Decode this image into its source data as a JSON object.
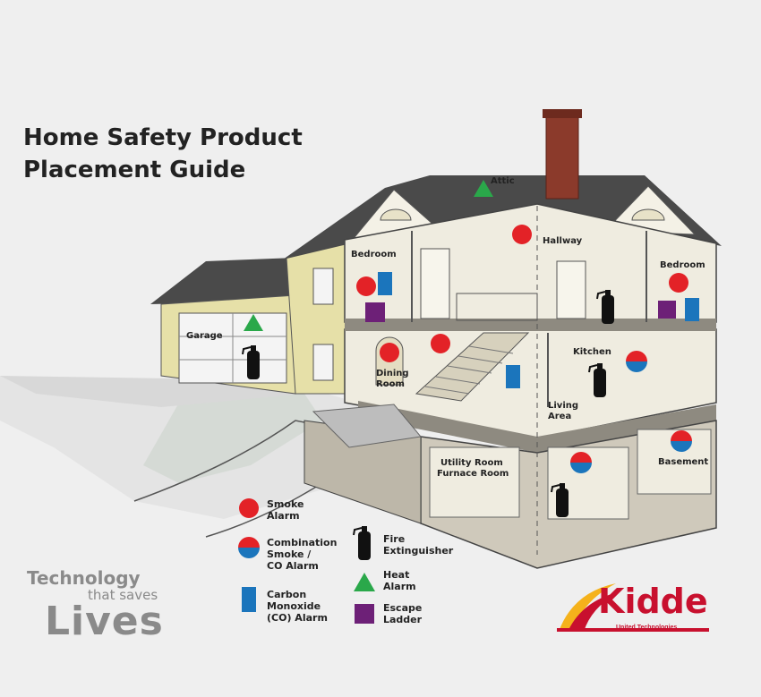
{
  "title_line1": "Home Safety Product",
  "title_line2": "Placement Guide",
  "rooms": {
    "attic": "Attic",
    "hallway": "Hallway",
    "bedroom_left": "Bedroom",
    "bedroom_right": "Bedroom",
    "garage": "Garage",
    "dining_line1": "Dining",
    "dining_line2": "Room",
    "kitchen": "Kitchen",
    "living_line1": "Living",
    "living_line2": "Area",
    "utility_line1": "Utility Room",
    "utility_line2": "Furnace Room",
    "basement": "Basement"
  },
  "legend": {
    "smoke": [
      "Smoke",
      "Alarm"
    ],
    "combo": [
      "Combination",
      "Smoke /",
      "CO Alarm"
    ],
    "co": [
      "Carbon",
      "Monoxide",
      "(CO) Alarm"
    ],
    "extinguisher": [
      "Fire",
      "Extinguisher"
    ],
    "heat": [
      "Heat",
      "Alarm"
    ],
    "ladder": [
      "Escape",
      "Ladder"
    ]
  },
  "tagline": {
    "line1": "Technology",
    "line2": "that saves",
    "line3": "Lives"
  },
  "brand": {
    "name": "Kidde",
    "sub": "United Technologies"
  },
  "colors": {
    "smoke": "#e32227",
    "co": "#1b75bc",
    "heat": "#2aa84a",
    "ladder": "#6d2077",
    "extinguisher": "#111111",
    "roof": "#4a4a4a",
    "wall": "#efece0",
    "siding": "#e6e0a8",
    "brand_red": "#c8102e",
    "brand_yellow": "#f5b21b",
    "text": "#222222"
  }
}
